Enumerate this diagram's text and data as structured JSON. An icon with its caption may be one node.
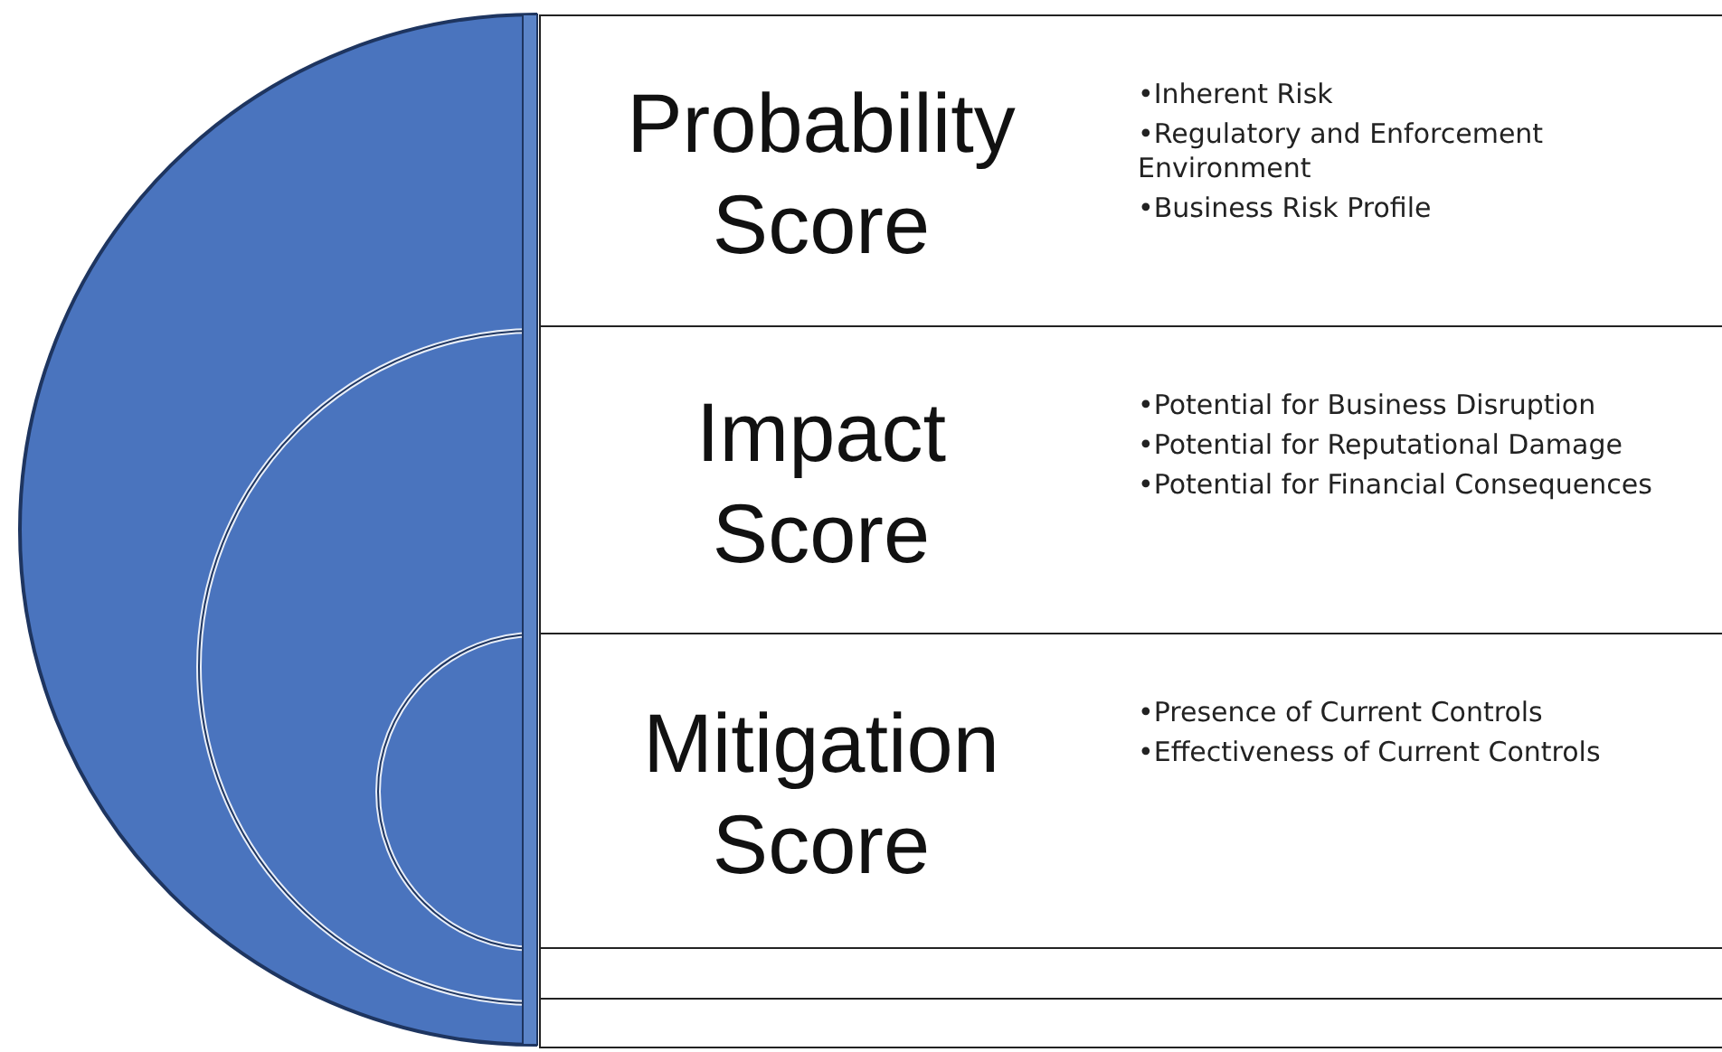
{
  "diagram": {
    "nodes": [
      {
        "text": [
          "Probability Score",
          "•Inherent Risk",
          "•Regulatory and Enforcement Environment",
          "•Business Risk Profile"
        ]
      },
      {
        "text": [
          "Impact Score",
          "•Potential for Business Disruption",
          "•Potential for Reputational Damage",
          "•Potential for Financial Consequences"
        ]
      },
      {
        "text": [
          "Mitigation Score",
          "•Presence of Current Controls",
          "•Effectiveness of Current Controls"
        ]
      },
      {
        "text": [],
        "shape": "box"
      },
      {
        "text": [],
        "shape": "box"
      }
    ]
  }
}
